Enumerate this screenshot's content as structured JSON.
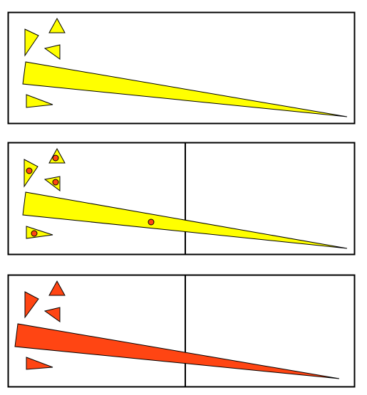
{
  "colors": {
    "background": "#ffffff",
    "stroke": "#000000",
    "yellow_fill": "#ffff00",
    "red_fill": "#ff4513",
    "dot_fill": "#ff4513"
  },
  "panels": [
    {
      "name": "panel-top",
      "fill": "yellow",
      "has_divider": false,
      "has_centroid_dots": false
    },
    {
      "name": "panel-middle",
      "fill": "yellow",
      "has_divider": true,
      "has_centroid_dots": true
    },
    {
      "name": "panel-bottom",
      "fill": "red",
      "has_divider": true,
      "has_centroid_dots": false
    }
  ],
  "shape_names": [
    "triangle-left",
    "triangle-top",
    "triangle-middle",
    "triangle-lower",
    "triangle-long-wedge"
  ]
}
